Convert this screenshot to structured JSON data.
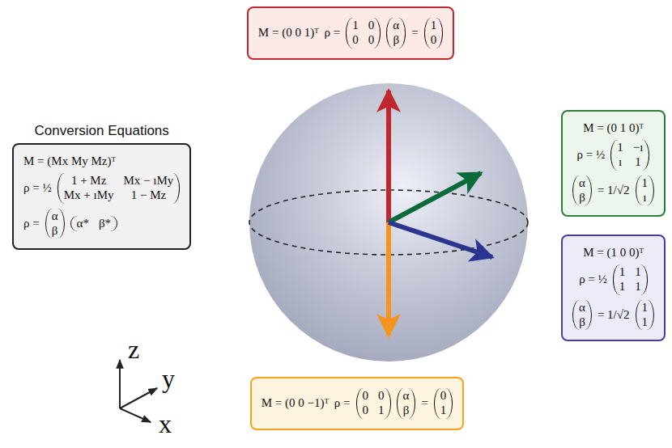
{
  "diagram": {
    "nodes": [
      {
        "text": [
          "M = (0 0 1)ᵀ",
          "ρ =",
          "1",
          "0",
          "0",
          "0",
          "α",
          "β",
          "=",
          "1",
          "0"
        ]
      },
      {
        "text": [
          "Conversion Equations",
          "M = (Mx My Mz)ᵀ",
          "ρ = ½",
          "1 + Mz",
          "Mx − ıMy",
          "Mx + ıMy",
          "1 − Mz",
          "ρ =",
          "α",
          "β",
          "α*",
          "β*"
        ]
      },
      {
        "text": [
          "M = (0 1 0)ᵀ",
          "ρ = ½",
          "1",
          "−ı",
          "ı",
          "1",
          "α",
          "β",
          "= 1/√2",
          "1",
          "ı"
        ]
      },
      {
        "text": [
          "M = (1 0 0)ᵀ",
          "ρ = ½",
          "1",
          "1",
          "1",
          "1",
          "α",
          "β",
          "= 1/√2",
          "1",
          "1"
        ]
      },
      {
        "text": [
          "M = (0 0 −1)ᵀ",
          "ρ =",
          "0",
          "0",
          "0",
          "1",
          "α",
          "β",
          "=",
          "0",
          "1"
        ]
      }
    ],
    "labels": [
      "z",
      "y",
      "x"
    ]
  }
}
